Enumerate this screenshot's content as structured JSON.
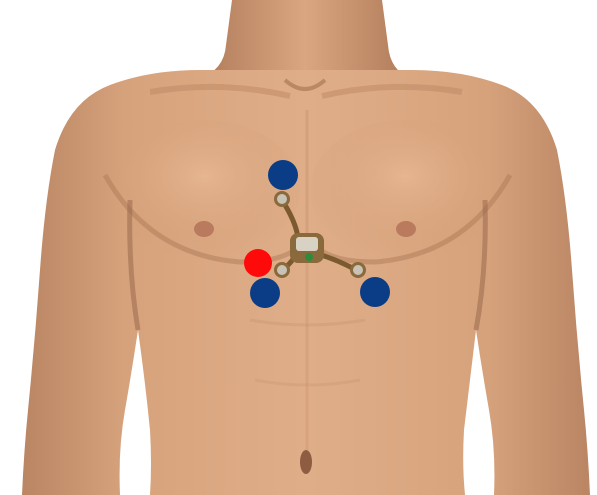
{
  "figure": {
    "subject": "torso",
    "device": "chest-ecg-patch"
  },
  "colors": {
    "background": "#ffffff",
    "skin_base": "#d9a681",
    "skin_shadow": "#a97655",
    "skin_highlight": "#efc7a4",
    "nipple": "#b97a5e",
    "device_lead": "#8a6a3c",
    "device_body": "#c9c3b6",
    "device_led": "#2e8b3a",
    "electrode_blue": "#0b3d86",
    "electrode_red": "#ff0a0a"
  },
  "markers": [
    {
      "name": "upper-center",
      "color_key": "electrode_blue"
    },
    {
      "name": "right-chest-red",
      "color_key": "electrode_red"
    },
    {
      "name": "lower-left",
      "color_key": "electrode_blue"
    },
    {
      "name": "lower-right",
      "color_key": "electrode_blue"
    }
  ]
}
